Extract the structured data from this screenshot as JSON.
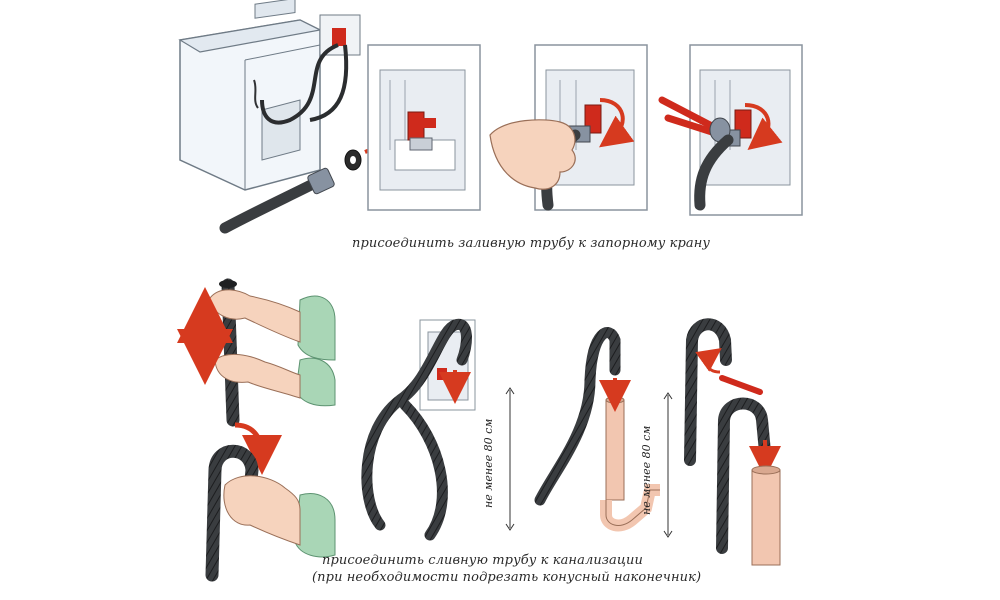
{
  "captions": {
    "inlet": "присоединить заливную трубу к запорному крану",
    "drain_line1": "присоединить сливную трубу к канализации",
    "drain_line2": "(при необходимости подрезать конусный наконечник)"
  },
  "height_labels": {
    "left": "не менее 80 см",
    "right": "не менее 80 см"
  },
  "colors": {
    "hose": "#3a3d40",
    "hose_dark": "#1e2022",
    "arrow": "#d63a1f",
    "skin": "#f6d3bd",
    "sleeve": "#a9d6b6",
    "wall": "#e9edf2",
    "valve_red": "#cf2a1c",
    "pipe": "#f2c6b0"
  }
}
